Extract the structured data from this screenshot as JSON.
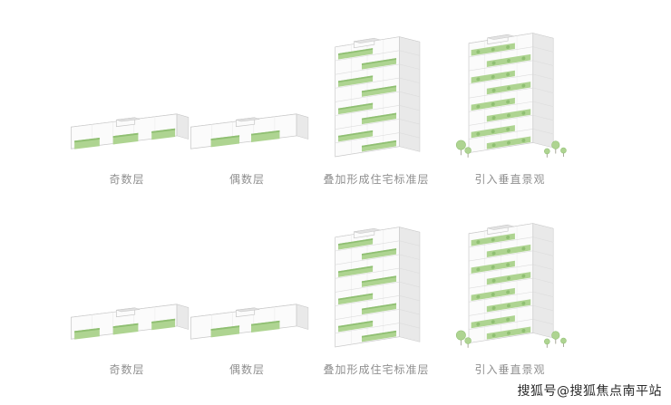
{
  "colors": {
    "background": "#ffffff",
    "green": "#aed491",
    "green_dark": "#8fbf72",
    "face": "#fbfbfb",
    "side": "#e9e9e9",
    "top": "#e2e2e2",
    "line": "#c9c9c9",
    "line_light": "#dcdcdc",
    "label": "#8f8f8f",
    "watermark": "#2b2b2b"
  },
  "rows": [
    {
      "items": [
        {
          "label": "奇数层"
        },
        {
          "label": "偶数层"
        },
        {
          "label": "叠加形成住宅标准层"
        },
        {
          "label": "引入垂直景观"
        }
      ]
    },
    {
      "items": [
        {
          "label": "奇数层"
        },
        {
          "label": "偶数层"
        },
        {
          "label": "叠加形成住宅标准层"
        },
        {
          "label": "引入垂直景观"
        }
      ]
    }
  ],
  "watermark": {
    "text": "搜狐号@搜狐焦点南平站"
  }
}
